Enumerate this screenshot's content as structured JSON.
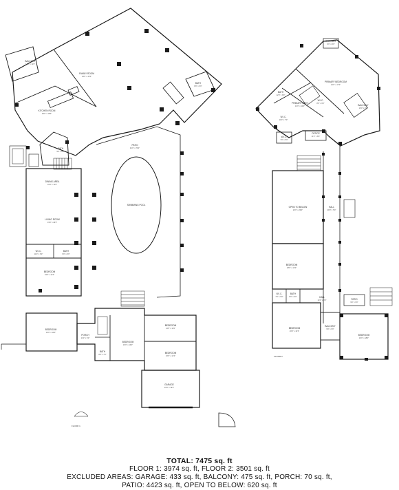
{
  "floor_plan": {
    "floor1_label": "FLOOR 1",
    "floor2_label": "FLOOR 2",
    "floor1_rooms": [
      {
        "name": "BALCONY",
        "dims": "14'0\" x 11'0\""
      },
      {
        "name": "FAMILY ROOM",
        "dims": "24'0\" x 16'0\""
      },
      {
        "name": "KITCHEN ROOM",
        "dims": "29'0\" x 18'0\""
      },
      {
        "name": "BATH",
        "dims": "8'0\" x 6'0\""
      },
      {
        "name": "PATIO",
        "dims": "41'0\" x 70'0\""
      },
      {
        "name": "BATH",
        "dims": "9'0\" x 8'0\""
      },
      {
        "name": "DINING AREA",
        "dims": "16'0\" x 11'0\""
      },
      {
        "name": "LIVING ROOM",
        "dims": "19'0\" x 29'0\""
      },
      {
        "name": "SWIMMING POOL",
        "dims": ""
      },
      {
        "name": "W.I.C.",
        "dims": "11'0\" x 6'0\""
      },
      {
        "name": "BATH",
        "dims": "9'0\" x 6'0\""
      },
      {
        "name": "BEDROOM",
        "dims": "19'0\" x 14'0\""
      },
      {
        "name": "BEDROOM",
        "dims": "16'0\" x 14'0\""
      },
      {
        "name": "PORCH",
        "dims": "11'0\" x 6'0\""
      },
      {
        "name": "BEDROOM",
        "dims": "16'0\" x 13'0\""
      },
      {
        "name": "BATH",
        "dims": "8'0\" x 7'0\""
      },
      {
        "name": "BEDROOM",
        "dims": "14'0\" x 11'0\""
      },
      {
        "name": "BEDROOM",
        "dims": "16'0\" x 12'0\""
      },
      {
        "name": "GARAGE",
        "dims": "22'0\" x 19'0\""
      }
    ],
    "floor2_rooms": [
      {
        "name": "BALCONY",
        "dims": "9'0\" x 6'0\""
      },
      {
        "name": "PRIMARY BEDROOM",
        "dims": "21'0\" x 17'0\""
      },
      {
        "name": "BATH",
        "dims": "12'0\" x 8'0\""
      },
      {
        "name": "PRIMARY BATH",
        "dims": "14'0\" x 12'0\""
      },
      {
        "name": "W.I.C.",
        "dims": "8'0\" x 6'0\""
      },
      {
        "name": "BALCONY",
        "dims": "16'0\" x 9'0\""
      },
      {
        "name": "W.I.C.",
        "dims": "11'0\" x 7'0\""
      },
      {
        "name": "OFFICE",
        "dims": "11'0\" x 8'0\""
      },
      {
        "name": "W.I.C.",
        "dims": "7'0\" x 5'0\""
      },
      {
        "name": "OPEN TO BELOW",
        "dims": "22'0\" x 29'0\""
      },
      {
        "name": "HALL",
        "dims": "29'0\" x 5'0\""
      },
      {
        "name": "BEDROOM",
        "dims": "18'0\" x 13'0\""
      },
      {
        "name": "W.I.C.",
        "dims": "7'0\" x 5'0\""
      },
      {
        "name": "BATH",
        "dims": "8'0\" x 6'0\""
      },
      {
        "name": "HALL",
        "dims": "14'0\" x 4'0\""
      },
      {
        "name": "PATIO",
        "dims": "9'0\" x 6'0\""
      },
      {
        "name": "BEDROOM",
        "dims": "20'0\" x 13'0\""
      },
      {
        "name": "BALCONY",
        "dims": "9'0\" x 6'0\""
      },
      {
        "name": "BEDROOM",
        "dims": "19'0\" x 18'0\""
      }
    ]
  },
  "totals": {
    "total": "TOTAL: 7475 sq. ft",
    "floors": "FLOOR 1: 3974 sq. ft, FLOOR 2: 3501 sq. ft",
    "excluded_line1": "EXCLUDED AREAS: GARAGE: 433 sq. ft, BALCONY: 475 sq. ft, PORCH: 70 sq. ft,",
    "excluded_line2": "PATIO: 4423 sq. ft, OPEN TO BELOW: 620 sq. ft"
  },
  "colors": {
    "wall": "#1a1a1a",
    "fixture": "#555555",
    "background": "#ffffff"
  }
}
